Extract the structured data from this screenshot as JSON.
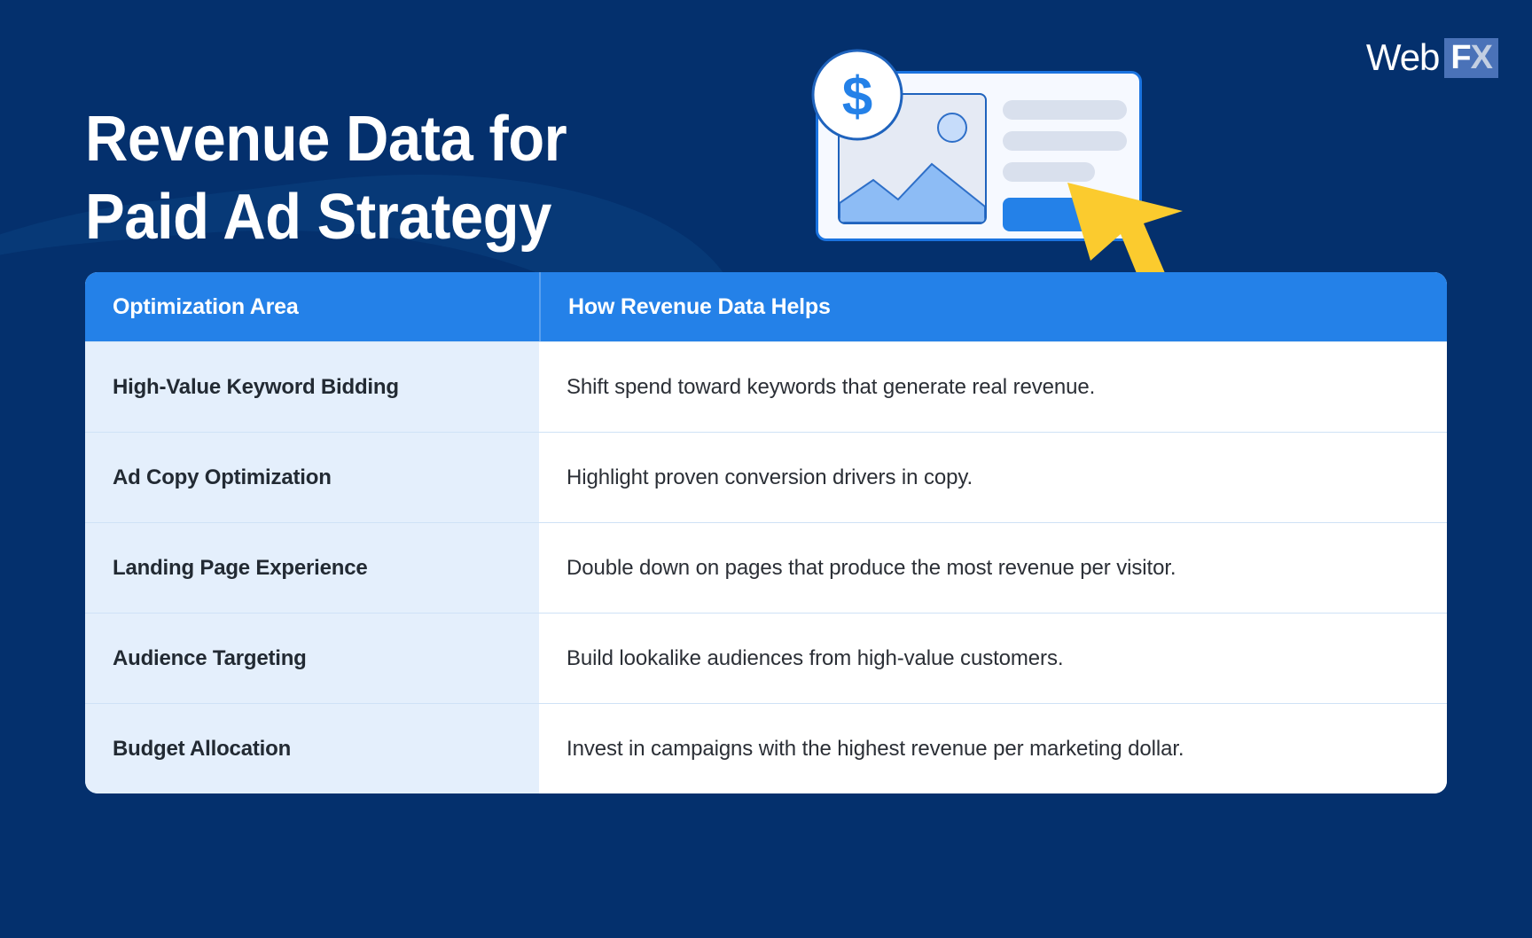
{
  "background": {
    "color": "#04306d",
    "accent_wave_color": "#0b427f"
  },
  "header": {
    "title": "Revenue Data for\nPaid Ad Strategy",
    "logo": {
      "word_mark": "Web",
      "badge_first": "F",
      "badge_second": "X",
      "badge_color": "#4a72b8"
    }
  },
  "illustration": {
    "name": "ad-card-illustration",
    "dollar_badge": "$",
    "image_placeholder_label": "image-placeholder",
    "cta_button_label": "",
    "cursor_label": "arrow-cursor",
    "cursor_color": "#fbcb2e",
    "card_border_color": "#1a73e0",
    "cta_color": "#2481e8"
  },
  "table": {
    "header_color": "#2481e8",
    "area_cell_color": "#e4effc",
    "columns": [
      "Optimization Area",
      "How Revenue Data Helps"
    ],
    "rows": [
      {
        "area": "High-Value Keyword Bidding",
        "help": "Shift spend toward keywords that generate real revenue."
      },
      {
        "area": "Ad Copy Optimization",
        "help": "Highlight proven conversion drivers in copy."
      },
      {
        "area": "Landing Page Experience",
        "help": "Double down on pages that produce the most revenue per visitor."
      },
      {
        "area": "Audience Targeting",
        "help": "Build lookalike audiences from high-value customers."
      },
      {
        "area": "Budget Allocation",
        "help": "Invest in campaigns with the highest revenue per marketing dollar."
      }
    ]
  }
}
